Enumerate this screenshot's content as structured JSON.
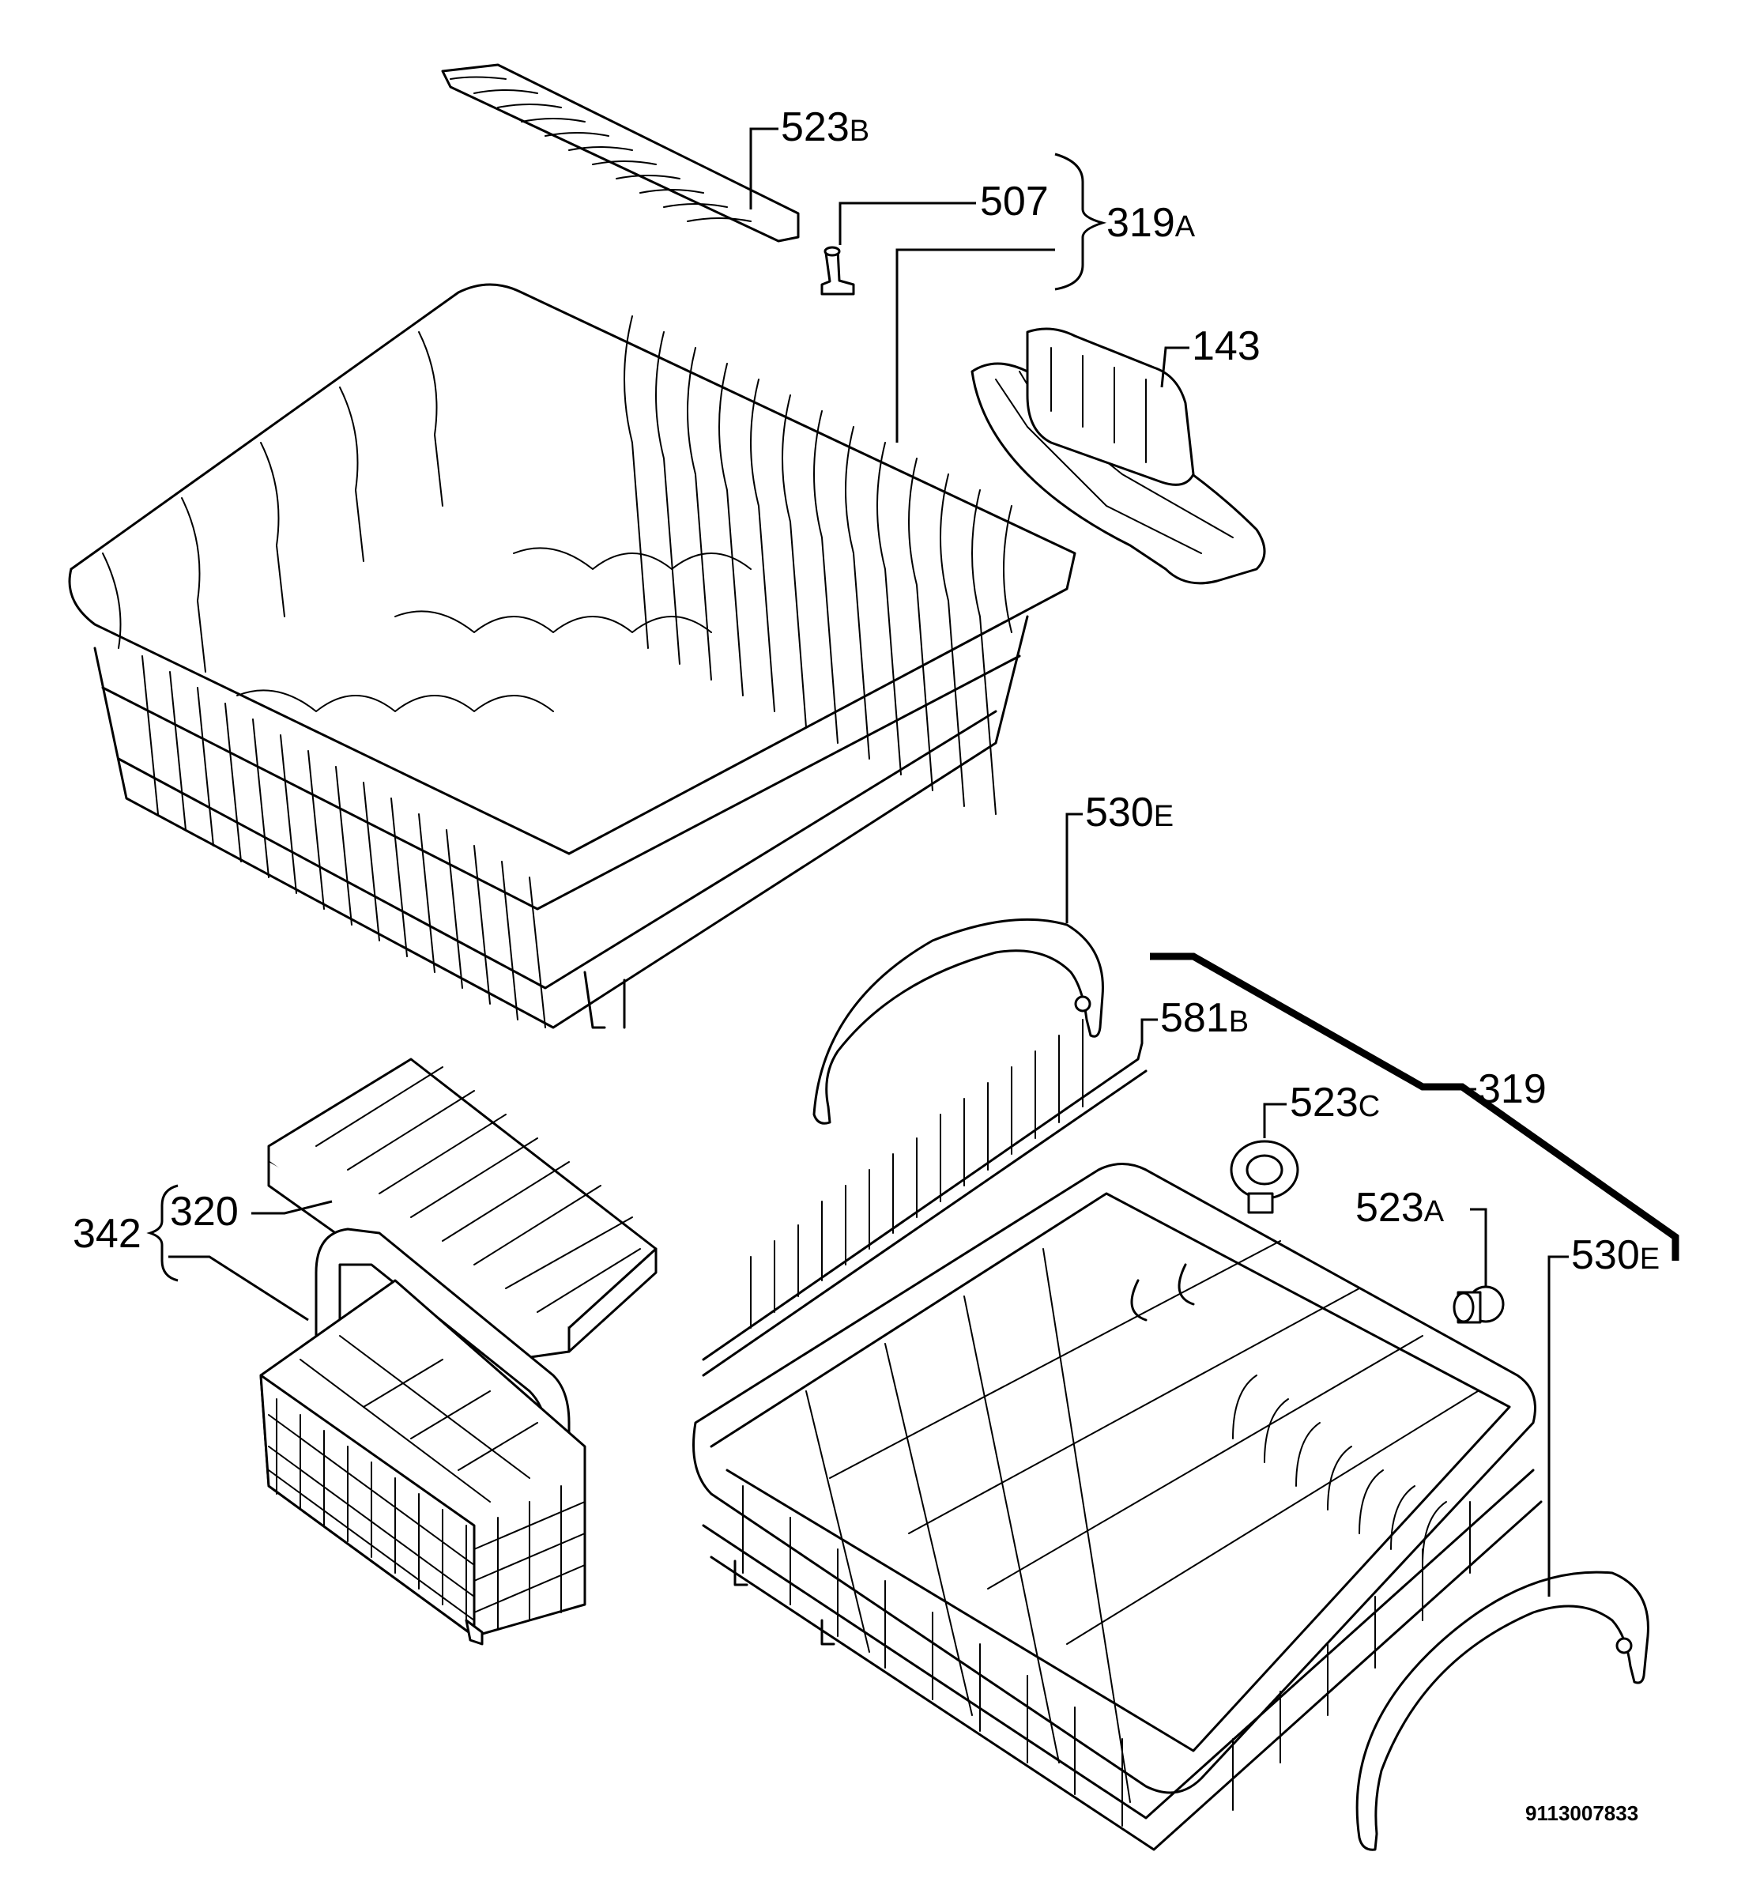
{
  "labels": {
    "l523b": {
      "num": "523",
      "suffix": "B"
    },
    "l507": {
      "num": "507",
      "suffix": ""
    },
    "l319a": {
      "num": "319",
      "suffix": "A"
    },
    "l143": {
      "num": "143",
      "suffix": ""
    },
    "l530e_top": {
      "num": "530",
      "suffix": "E"
    },
    "l581b": {
      "num": "581",
      "suffix": "B"
    },
    "l319": {
      "num": "319",
      "suffix": ""
    },
    "l523c": {
      "num": "523",
      "suffix": "C"
    },
    "l523a": {
      "num": "523",
      "suffix": "A"
    },
    "l530e_bottom": {
      "num": "530",
      "suffix": "E"
    },
    "l320": {
      "num": "320",
      "suffix": ""
    },
    "l342": {
      "num": "342",
      "suffix": ""
    }
  },
  "drawing_code": "9113007833"
}
